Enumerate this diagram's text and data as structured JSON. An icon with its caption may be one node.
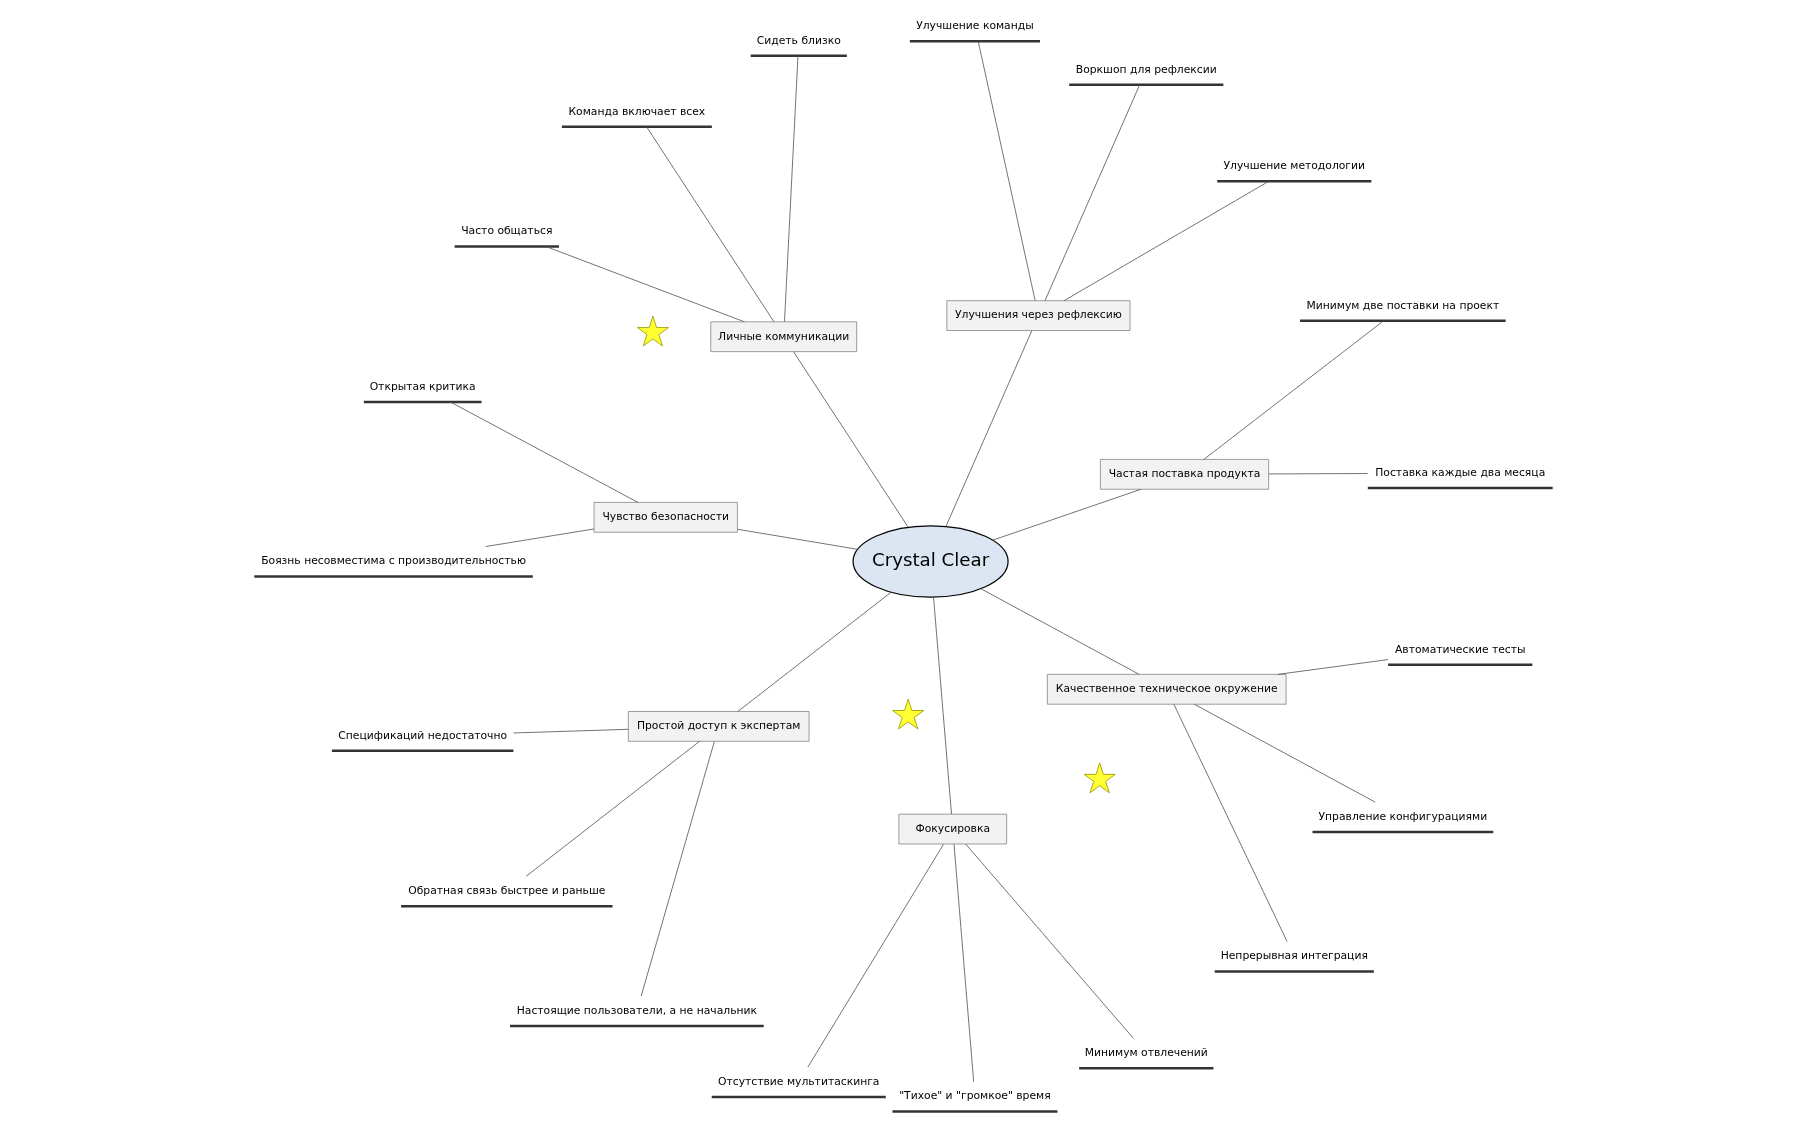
{
  "diagram": {
    "nodes": [
      {
        "text": [
          "Crystal Clear"
        ]
      },
      {
        "text": [
          "Частая поставка продукта"
        ]
      },
      {
        "text": [
          "Поставка каждые два месяца"
        ]
      },
      {
        "text": [
          "Минимум две поставки на проект"
        ]
      },
      {
        "text": [
          "Улучшения через рефлексию"
        ]
      },
      {
        "text": [
          "Улучшение методологии"
        ]
      },
      {
        "text": [
          "Воркшоп для рефлексии"
        ]
      },
      {
        "text": [
          "Улучшение команды"
        ]
      },
      {
        "text": [
          "Личные коммуникации"
        ]
      },
      {
        "text": [
          "Сидеть близко"
        ]
      },
      {
        "text": [
          "Команда включает всех"
        ]
      },
      {
        "text": [
          "Часто общаться"
        ]
      },
      {
        "text": [
          "Чувство безопасности"
        ]
      },
      {
        "text": [
          "Открытая критика"
        ]
      },
      {
        "text": [
          "Боязнь несовместима с производительностью"
        ]
      },
      {
        "text": [
          "Простой доступ к экспертам"
        ]
      },
      {
        "text": [
          "Спецификаций недостаточно"
        ]
      },
      {
        "text": [
          "Обратная связь быстрее и раньше"
        ]
      },
      {
        "text": [
          "Настоящие пользователи, а не начальник"
        ]
      },
      {
        "text": [
          "Фокусировка"
        ]
      },
      {
        "text": [
          "Отсутствие мультитаскинга"
        ]
      },
      {
        "text": [
          "\"Тихое\" и \"громкое\" время"
        ]
      },
      {
        "text": [
          "Минимум отвлечений"
        ]
      },
      {
        "text": [
          "Качественное техническое окружение"
        ]
      },
      {
        "text": [
          "Непрерывная интеграция"
        ]
      },
      {
        "text": [
          "Управление конфигурациями"
        ]
      },
      {
        "text": [
          "Автоматические тесты"
        ]
      },
      {
        "text": [],
        "shape": "star"
      },
      {
        "text": [],
        "shape": "star"
      },
      {
        "text": [],
        "shape": "star"
      }
    ],
    "edges": [
      {
        "from": 0,
        "to": 1,
        "arrow": "none"
      },
      {
        "from": 1,
        "to": 2,
        "arrow": "none"
      },
      {
        "from": 1,
        "to": 3,
        "arrow": "none"
      },
      {
        "from": 0,
        "to": 4,
        "arrow": "none"
      },
      {
        "from": 4,
        "to": 5,
        "arrow": "none"
      },
      {
        "from": 4,
        "to": 6,
        "arrow": "none"
      },
      {
        "from": 4,
        "to": 7,
        "arrow": "none"
      },
      {
        "from": 0,
        "to": 8,
        "arrow": "none"
      },
      {
        "from": 8,
        "to": 9,
        "arrow": "none"
      },
      {
        "from": 8,
        "to": 10,
        "arrow": "none"
      },
      {
        "from": 8,
        "to": 11,
        "arrow": "none"
      },
      {
        "from": 0,
        "to": 12,
        "arrow": "none"
      },
      {
        "from": 12,
        "to": 13,
        "arrow": "none"
      },
      {
        "from": 12,
        "to": 14,
        "arrow": "none"
      },
      {
        "from": 0,
        "to": 15,
        "arrow": "none"
      },
      {
        "from": 15,
        "to": 16,
        "arrow": "none"
      },
      {
        "from": 15,
        "to": 17,
        "arrow": "none"
      },
      {
        "from": 15,
        "to": 18,
        "arrow": "none"
      },
      {
        "from": 0,
        "to": 19,
        "arrow": "none"
      },
      {
        "from": 19,
        "to": 20,
        "arrow": "none"
      },
      {
        "from": 19,
        "to": 21,
        "arrow": "none"
      },
      {
        "from": 19,
        "to": 22,
        "arrow": "none"
      },
      {
        "from": 0,
        "to": 23,
        "arrow": "none"
      },
      {
        "from": 23,
        "to": 24,
        "arrow": "none"
      },
      {
        "from": 23,
        "to": 25,
        "arrow": "none"
      },
      {
        "from": 23,
        "to": 26,
        "arrow": "none"
      }
    ]
  }
}
